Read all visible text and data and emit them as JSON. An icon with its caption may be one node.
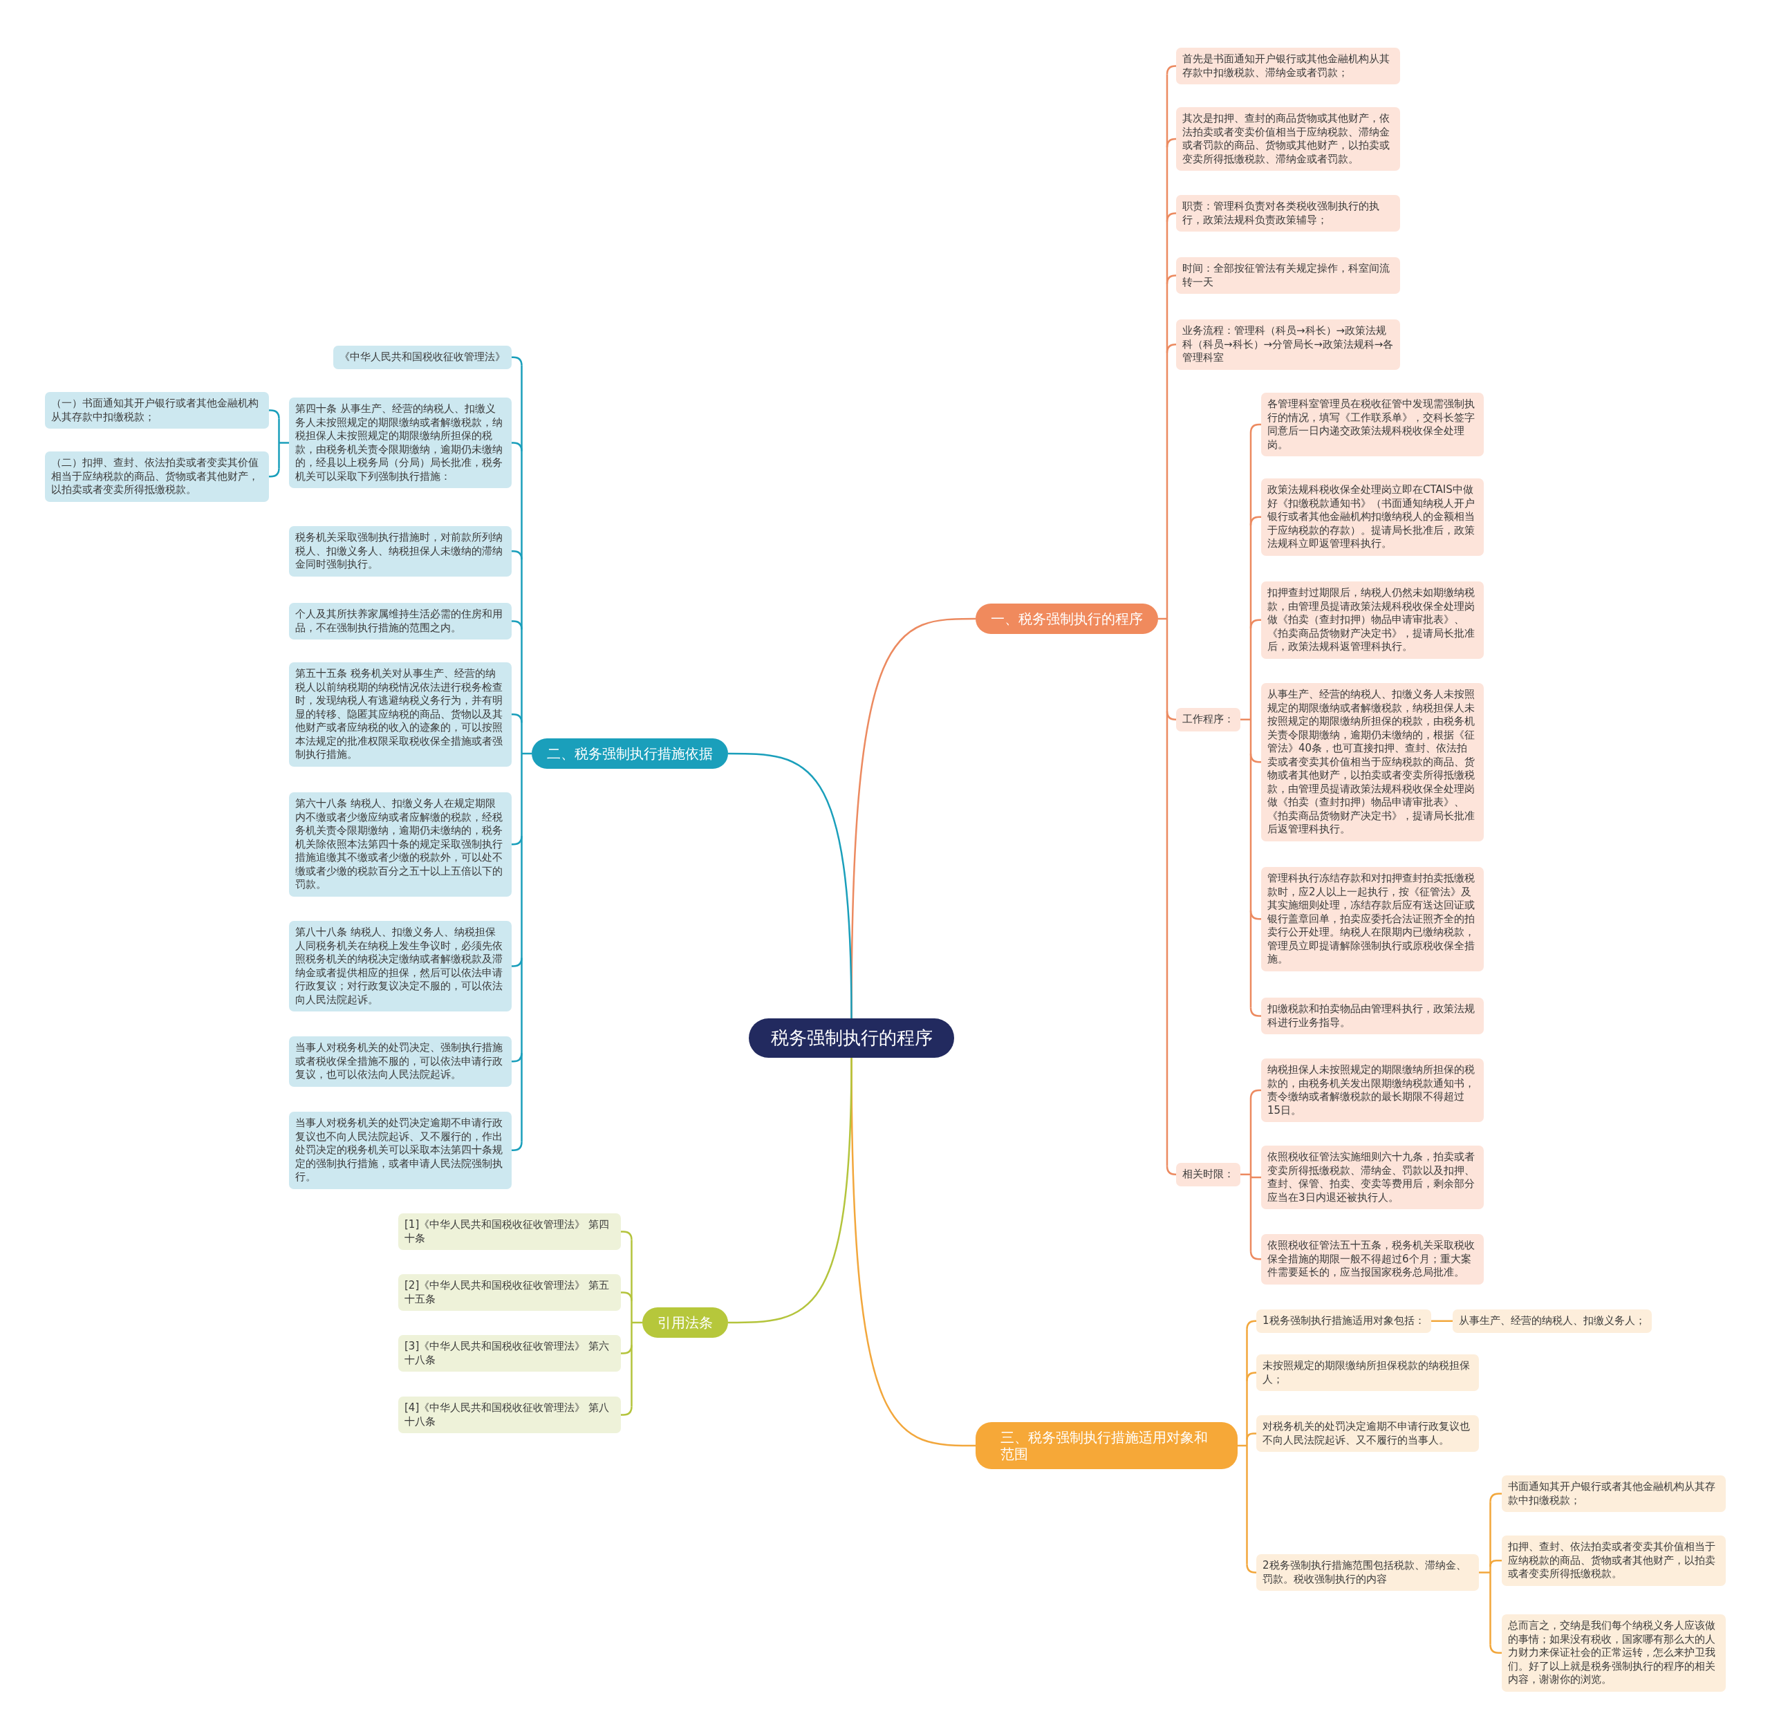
{
  "diagram": {
    "nodes": [
      {
        "text": [
          "税务强制执行的程序"
        ]
      },
      {
        "text": [
          "一、税务强制执行的程序"
        ]
      },
      {
        "text": [
          "首先是书面通知开户银行或其他金融机构从其存款中扣缴税款、滞纳金或者罚款；"
        ]
      },
      {
        "text": [
          "其次是扣押、查封的商品货物或其他财产，依法拍卖或者变卖价值相当于应纳税款、滞纳金或者罚款的商品、货物或其他财产，以拍卖或变卖所得抵缴税款、滞纳金或者罚款。"
        ]
      },
      {
        "text": [
          "职责：管理科负责对各类税收强制执行的执行，政策法规科负责政策辅导；"
        ]
      },
      {
        "text": [
          "时间：全部按征管法有关规定操作，科室间流转一天"
        ]
      },
      {
        "text": [
          "业务流程：管理科（科员→科长）→政策法规科（科员→科长）→分管局长→政策法规科→各管理科室"
        ]
      },
      {
        "text": [
          "工作程序："
        ]
      },
      {
        "text": [
          "各管理科室管理员在税收征管中发现需强制执行的情况，填写《工作联系单》，交科长签字同意后一日内递交政策法规科税收保全处理岗。"
        ]
      },
      {
        "text": [
          "政策法规科税收保全处理岗立即在CTAIS中做好《扣缴税款通知书》（书面通知纳税人开户银行或者其他金融机构扣缴纳税人的金额相当于应纳税款的存款）。提请局长批准后，政策法规科立即返管理科执行。"
        ]
      },
      {
        "text": [
          "扣押查封过期限后，纳税人仍然未如期缴纳税款，由管理员提请政策法规科税收保全处理岗做《拍卖（查封扣押）物品申请审批表》、《拍卖商品货物财产决定书》，提请局长批准后，政策法规科返管理科执行。"
        ]
      },
      {
        "text": [
          "从事生产、经营的纳税人、扣缴义务人未按照规定的期限缴纳或者解缴税款，纳税担保人未按照规定的期限缴纳所担保的税款，由税务机关责令限期缴纳，逾期仍未缴纳的，根据《征管法》40条，也可直接扣押、查封、依法拍卖或者变卖其价值相当于应纳税款的商品、货物或者其他财产，以拍卖或者变卖所得抵缴税款，由管理员提请政策法规科税收保全处理岗做《拍卖（查封扣押）物品申请审批表》、《拍卖商品货物财产决定书》，提请局长批准后返管理科执行。"
        ]
      },
      {
        "text": [
          "管理科执行冻结存款和对扣押查封拍卖抵缴税款时，应2人以上一起执行，按《征管法》及其实施细则处理，冻结存款后应有送达回证或银行盖章回单，拍卖应委托合法证照齐全的拍卖行公开处理。纳税人在限期内已缴纳税款，管理员立即提请解除强制执行或原税收保全措施。"
        ]
      },
      {
        "text": [
          "扣缴税款和拍卖物品由管理科执行，政策法规科进行业务指导。"
        ]
      },
      {
        "text": [
          "相关时限："
        ]
      },
      {
        "text": [
          "纳税担保人未按照规定的期限缴纳所担保的税款的，由税务机关发出限期缴纳税款通知书，责令缴纳或者解缴税款的最长期限不得超过15日。"
        ]
      },
      {
        "text": [
          "依照税收征管法实施细则六十九条，拍卖或者变卖所得抵缴税款、滞纳金、罚款以及扣押、查封、保管、拍卖、变卖等费用后，剩余部分应当在3日内退还被执行人。"
        ]
      },
      {
        "text": [
          "依照税收征管法五十五条，税务机关采取税收保全措施的期限一般不得超过6个月；重大案件需要延长的，应当报国家税务总局批准。"
        ]
      },
      {
        "text": [
          "二、税务强制执行措施依据"
        ]
      },
      {
        "text": [
          "《中华人民共和国税收征收管理法》"
        ]
      },
      {
        "text": [
          "第四十条 从事生产、经营的纳税人、扣缴义务人未按照规定的期限缴纳或者解缴税款，纳税担保人未按照规定的期限缴纳所担保的税款，由税务机关责令限期缴纳，逾期仍未缴纳的，经县以上税务局（分局）局长批准，税务机关可以采取下列强制执行措施："
        ]
      },
      {
        "text": [
          "（一）书面通知其开户银行或者其他金融机构从其存款中扣缴税款；"
        ]
      },
      {
        "text": [
          "（二）扣押、查封、依法拍卖或者变卖其价值相当于应纳税款的商品、货物或者其他财产，以拍卖或者变卖所得抵缴税款。"
        ]
      },
      {
        "text": [
          "税务机关采取强制执行措施时，对前款所列纳税人、扣缴义务人、纳税担保人未缴纳的滞纳金同时强制执行。"
        ]
      },
      {
        "text": [
          "个人及其所扶养家属维持生活必需的住房和用品，不在强制执行措施的范围之内。"
        ]
      },
      {
        "text": [
          "第五十五条 税务机关对从事生产、经营的纳税人以前纳税期的纳税情况依法进行税务检查时，发现纳税人有逃避纳税义务行为，并有明显的转移、隐匿其应纳税的商品、货物以及其他财产或者应纳税的收入的迹象的，可以按照本法规定的批准权限采取税收保全措施或者强制执行措施。"
        ]
      },
      {
        "text": [
          "第六十八条 纳税人、扣缴义务人在规定期限内不缴或者少缴应纳或者应解缴的税款，经税务机关责令限期缴纳，逾期仍未缴纳的，税务机关除依照本法第四十条的规定采取强制执行措施追缴其不缴或者少缴的税款外，可以处不缴或者少缴的税款百分之五十以上五倍以下的罚款。"
        ]
      },
      {
        "text": [
          "第八十八条 纳税人、扣缴义务人、纳税担保人同税务机关在纳税上发生争议时，必须先依照税务机关的纳税决定缴纳或者解缴税款及滞纳金或者提供相应的担保，然后可以依法申请行政复议；对行政复议决定不服的，可以依法向人民法院起诉。"
        ]
      },
      {
        "text": [
          "当事人对税务机关的处罚决定、强制执行措施或者税收保全措施不服的，可以依法申请行政复议，也可以依法向人民法院起诉。"
        ]
      },
      {
        "text": [
          "当事人对税务机关的处罚决定逾期不申请行政复议也不向人民法院起诉、又不履行的，作出处罚决定的税务机关可以采取本法第四十条规定的强制执行措施，或者申请人民法院强制执行。"
        ]
      },
      {
        "text": [
          "三、税务强制执行措施适用对象和范围"
        ]
      },
      {
        "text": [
          "1税务强制执行措施适用对象包括："
        ]
      },
      {
        "text": [
          "从事生产、经营的纳税人、扣缴义务人；"
        ]
      },
      {
        "text": [
          "未按照规定的期限缴纳所担保税款的纳税担保人；"
        ]
      },
      {
        "text": [
          "对税务机关的处罚决定逾期不申请行政复议也不向人民法院起诉、又不履行的当事人。"
        ]
      },
      {
        "text": [
          "2税务强制执行措施范围包括税款、滞纳金、罚款。税收强制执行的内容"
        ]
      },
      {
        "text": [
          "书面通知其开户银行或者其他金融机构从其存款中扣缴税款；"
        ]
      },
      {
        "text": [
          "扣押、查封、依法拍卖或者变卖其价值相当于应纳税款的商品、货物或者其他财产，以拍卖或者变卖所得抵缴税款。"
        ]
      },
      {
        "text": [
          "总而言之，交纳是我们每个纳税义务人应该做的事情；如果没有税收，国家哪有那么大的人力财力来保证社会的正常运转，怎么来护卫我们。好了以上就是税务强制执行的程序的相关内容，谢谢你的浏览。"
        ]
      },
      {
        "text": [
          "引用法条"
        ]
      },
      {
        "text": [
          "[1]《中华人民共和国税收征收管理法》 第四十条"
        ]
      },
      {
        "text": [
          "[2]《中华人民共和国税收征收管理法》 第五十五条"
        ]
      },
      {
        "text": [
          "[3]《中华人民共和国税收征收管理法》 第六十八条"
        ]
      },
      {
        "text": [
          "[4]《中华人民共和国税收征收管理法》 第八十八条"
        ]
      }
    ],
    "edges": [
      {
        "from": 0,
        "to": 1,
        "arrow": "none"
      },
      {
        "from": 1,
        "to": 2,
        "arrow": "none"
      },
      {
        "from": 1,
        "to": 3,
        "arrow": "none"
      },
      {
        "from": 1,
        "to": 4,
        "arrow": "none"
      },
      {
        "from": 1,
        "to": 5,
        "arrow": "none"
      },
      {
        "from": 1,
        "to": 6,
        "arrow": "none"
      },
      {
        "from": 1,
        "to": 7,
        "arrow": "none"
      },
      {
        "from": 7,
        "to": 8,
        "arrow": "none"
      },
      {
        "from": 7,
        "to": 9,
        "arrow": "none"
      },
      {
        "from": 7,
        "to": 10,
        "arrow": "none"
      },
      {
        "from": 7,
        "to": 11,
        "arrow": "none"
      },
      {
        "from": 7,
        "to": 12,
        "arrow": "none"
      },
      {
        "from": 7,
        "to": 13,
        "arrow": "none"
      },
      {
        "from": 1,
        "to": 14,
        "arrow": "none"
      },
      {
        "from": 14,
        "to": 15,
        "arrow": "none"
      },
      {
        "from": 14,
        "to": 16,
        "arrow": "none"
      },
      {
        "from": 14,
        "to": 17,
        "arrow": "none"
      },
      {
        "from": 0,
        "to": 18,
        "arrow": "none",
        "color": "#1a9fbb"
      },
      {
        "from": 18,
        "to": 19,
        "arrow": "none",
        "color": "#1a9fbb"
      },
      {
        "from": 18,
        "to": 20,
        "arrow": "none",
        "color": "#1a9fbb"
      },
      {
        "from": 20,
        "to": 21,
        "arrow": "none",
        "color": "#1a9fbb"
      },
      {
        "from": 20,
        "to": 22,
        "arrow": "none",
        "color": "#1a9fbb"
      },
      {
        "from": 18,
        "to": 23,
        "arrow": "none",
        "color": "#1a9fbb"
      },
      {
        "from": 18,
        "to": 24,
        "arrow": "none",
        "color": "#1a9fbb"
      },
      {
        "from": 18,
        "to": 25,
        "arrow": "none",
        "color": "#1a9fbb"
      },
      {
        "from": 18,
        "to": 26,
        "arrow": "none",
        "color": "#1a9fbb"
      },
      {
        "from": 18,
        "to": 27,
        "arrow": "none",
        "color": "#1a9fbb"
      },
      {
        "from": 18,
        "to": 28,
        "arrow": "none",
        "color": "#1a9fbb"
      },
      {
        "from": 18,
        "to": 29,
        "arrow": "none",
        "color": "#1a9fbb"
      },
      {
        "from": 0,
        "to": 30,
        "arrow": "none",
        "color": "#f2a73c"
      },
      {
        "from": 30,
        "to": 31,
        "arrow": "none",
        "color": "#f2a73c"
      },
      {
        "from": 31,
        "to": 32,
        "arrow": "none",
        "color": "#f2a73c"
      },
      {
        "from": 30,
        "to": 33,
        "arrow": "none",
        "color": "#f2a73c"
      },
      {
        "from": 30,
        "to": 34,
        "arrow": "none",
        "color": "#f2a73c"
      },
      {
        "from": 30,
        "to": 35,
        "arrow": "none",
        "color": "#f2a73c"
      },
      {
        "from": 35,
        "to": 36,
        "arrow": "none",
        "color": "#f2a73c"
      },
      {
        "from": 35,
        "to": 37,
        "arrow": "none",
        "color": "#f2a73c"
      },
      {
        "from": 35,
        "to": 38,
        "arrow": "none",
        "color": "#f2a73c"
      },
      {
        "from": 0,
        "to": 39,
        "arrow": "none",
        "color": "#b4c43c"
      },
      {
        "from": 39,
        "to": 40,
        "arrow": "none",
        "color": "#b4c43c"
      },
      {
        "from": 39,
        "to": 41,
        "arrow": "none",
        "color": "#b4c43c"
      },
      {
        "from": 39,
        "to": 42,
        "arrow": "none",
        "color": "#b4c43c"
      },
      {
        "from": 39,
        "to": 43,
        "arrow": "none",
        "color": "#b4c43c"
      }
    ]
  }
}
